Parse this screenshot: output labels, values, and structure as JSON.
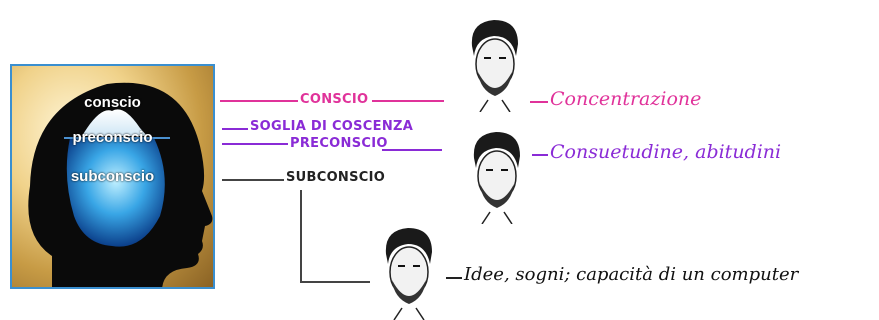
{
  "panel": {
    "conscious_label": "conscio",
    "preconscious_label": "preconscio",
    "subconscious_label": "subconscio"
  },
  "levels": {
    "conscious": "CONSCIO",
    "threshold": "SOGLIA DI COSCENZA",
    "preconscious": "PRECONSCIO",
    "subconscious": "SUBCONSCIO"
  },
  "results": {
    "conscious": "Concentrazione",
    "preconscious": "Consuetudine, abitudini",
    "subconscious": "Idee, sogni; capacità di un computer"
  },
  "colors": {
    "conscious": "#e0329a",
    "preconscious": "#8a2bd6",
    "subconscious": "#222222",
    "panel_border": "#3a8fd0"
  },
  "icons": [
    "head-silhouette-icon",
    "iceberg-icon",
    "man-portrait-icon"
  ]
}
